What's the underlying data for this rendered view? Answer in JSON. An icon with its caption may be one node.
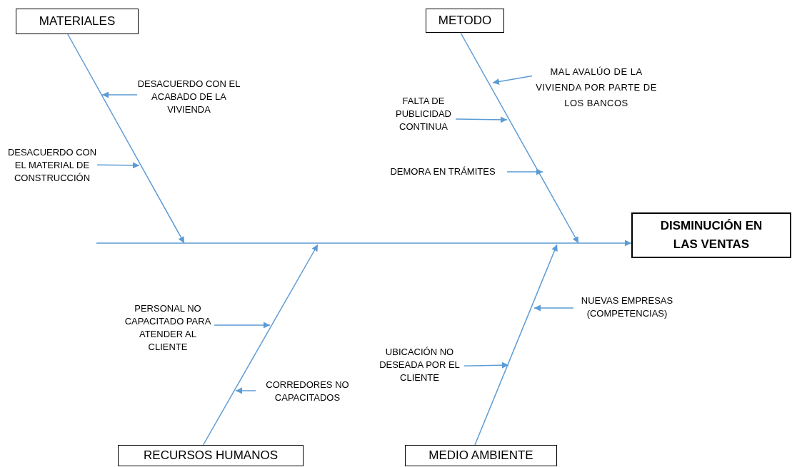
{
  "diagram": {
    "nodes": [
      {
        "text": [
          "MATERIALES"
        ]
      },
      {
        "text": [
          "METODO"
        ]
      },
      {
        "text": [
          "DISMINUCIÓN EN LAS VENTAS"
        ]
      },
      {
        "text": [
          "RECURSOS HUMANOS"
        ]
      },
      {
        "text": [
          "MEDIO AMBIENTE"
        ]
      },
      {
        "text": [
          "DESACUERDO CON EL ACABADO DE LA VIVIENDA"
        ]
      },
      {
        "text": [
          "DESACUERDO CON EL MATERIAL DE CONSTRUCCIÓN"
        ]
      },
      {
        "text": [
          "MAL AVALÚO DE LA VIVIENDA POR PARTE DE LOS BANCOS"
        ]
      },
      {
        "text": [
          "FALTA DE PUBLICIDAD CONTINUA"
        ]
      },
      {
        "text": [
          "DEMORA EN TRÁMITES"
        ]
      },
      {
        "text": [
          "PERSONAL NO CAPACITADO PARA ATENDER AL CLIENTE"
        ]
      },
      {
        "text": [
          "CORREDORES NO CAPACITADOS"
        ]
      },
      {
        "text": [
          "NUEVAS EMPRESAS (COMPETENCIAS)"
        ]
      },
      {
        "text": [
          "UBICACIÓN NO DESEADA POR EL CLIENTE"
        ]
      }
    ],
    "edges": [
      {
        "from": null,
        "to": 2,
        "arrow": "to"
      },
      {
        "from": 0,
        "to": null,
        "arrow": "to"
      },
      {
        "from": 1,
        "to": null,
        "arrow": "to"
      },
      {
        "from": 3,
        "to": null,
        "arrow": "to"
      },
      {
        "from": 4,
        "to": null,
        "arrow": "to"
      },
      {
        "from": 5,
        "to": null,
        "arrow": "to"
      },
      {
        "from": 6,
        "to": null,
        "arrow": "to"
      },
      {
        "from": 7,
        "to": null,
        "arrow": "to"
      },
      {
        "from": 8,
        "to": null,
        "arrow": "to"
      },
      {
        "from": 9,
        "to": null,
        "arrow": "to"
      },
      {
        "from": 10,
        "to": null,
        "arrow": "to"
      },
      {
        "from": 11,
        "to": null,
        "arrow": "to"
      },
      {
        "from": 12,
        "to": null,
        "arrow": "to"
      },
      {
        "from": 13,
        "to": null,
        "arrow": "to"
      }
    ]
  }
}
